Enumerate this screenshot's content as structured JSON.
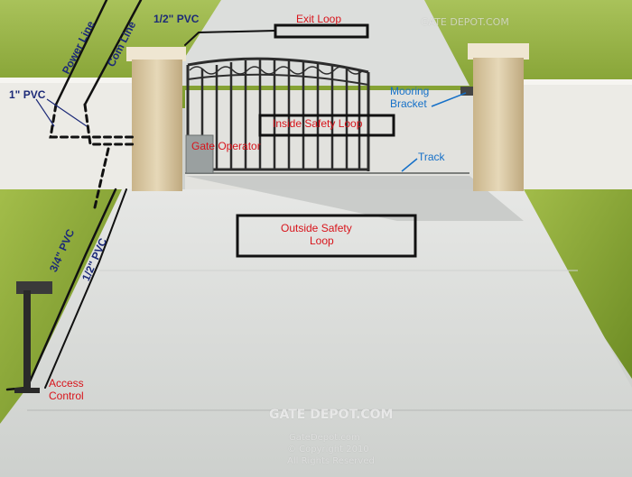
{
  "labels": {
    "exit_loop": "Exit Loop",
    "inside_safety_loop": "Inside Safety Loop",
    "outside_safety_loop_1": "Outside Safety",
    "outside_safety_loop_2": "Loop",
    "gate_operator": "Gate Operator",
    "mooring_bracket_1": "Mooring",
    "mooring_bracket_2": "Bracket",
    "track": "Track",
    "access_control_1": "Access",
    "access_control_2": "Control",
    "half_pvc_top": "1/2\" PVC",
    "one_inch_pvc": "1\" PVC",
    "three_quarter_pvc": "3/4\" PVC",
    "half_pvc_left": "1/2\" PVC",
    "power_line": "Power Line",
    "com_line": "Com Line"
  },
  "watermark": {
    "top": "GATE DEPOT.COM",
    "center": "GATE DEPOT.COM",
    "url": "GateDepot.com",
    "copyright": "© Copyright 2010",
    "rights": "All Rights Reserved"
  },
  "colors": {
    "loop_label": "#d8141b",
    "hardware_label": "#1570c8",
    "conduit_label": "#1c2a78",
    "grass": "#8fae34",
    "concrete": "#d9dbd9",
    "wall": "#eceae4",
    "pillar": "#d8c8a6"
  }
}
